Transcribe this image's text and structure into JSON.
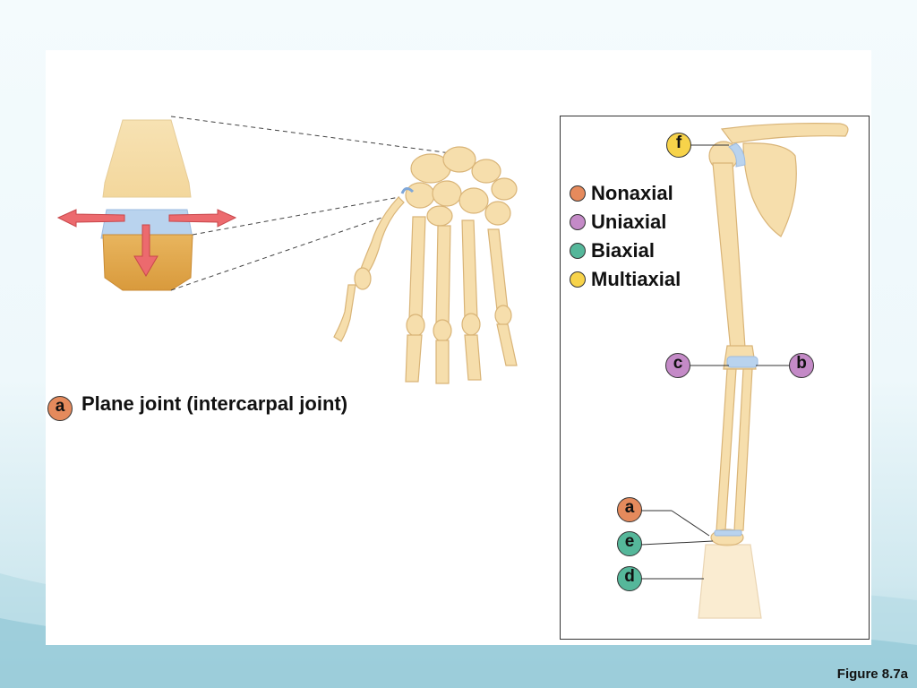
{
  "caption": {
    "letter": "a",
    "text": "Plane joint (intercarpal joint)"
  },
  "legend": [
    {
      "label": "Nonaxial",
      "color": "#e58a5c"
    },
    {
      "label": "Uniaxial",
      "color": "#c48ac7"
    },
    {
      "label": "Biaxial",
      "color": "#55b79a"
    },
    {
      "label": "Multiaxial",
      "color": "#f7d34a"
    }
  ],
  "joint_labels": {
    "f": {
      "letter": "f",
      "color": "#f7d34a"
    },
    "c": {
      "letter": "c",
      "color": "#c48ac7"
    },
    "b": {
      "letter": "b",
      "color": "#c48ac7"
    },
    "a": {
      "letter": "a",
      "color": "#e58a5c"
    },
    "e": {
      "letter": "e",
      "color": "#55b79a"
    },
    "d": {
      "letter": "d",
      "color": "#55b79a"
    }
  },
  "figure_label": "Figure 8.7a",
  "colors": {
    "bone": "#f6deac",
    "bone_shade": "#d9b477",
    "cartilage": "#b9d3ee",
    "arrow": "#ec6a6e"
  }
}
